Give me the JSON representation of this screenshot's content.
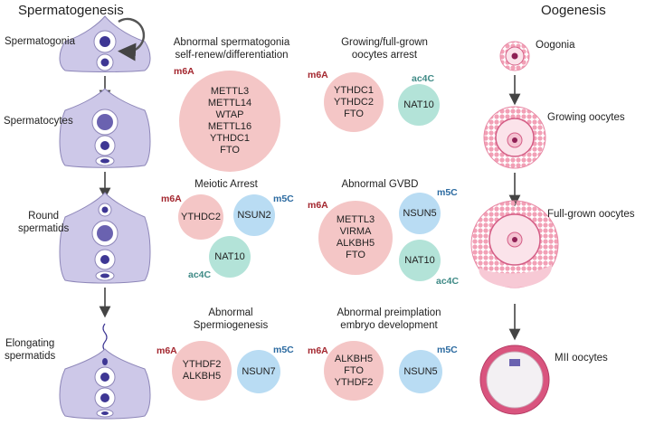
{
  "headers": {
    "left": "Spermatogenesis",
    "right": "Oogenesis"
  },
  "sperm_stages": [
    "Spermatogonia",
    "Spermatocytes",
    "Round\nspermatids",
    "Elongating\nspermatids"
  ],
  "oo_stages": [
    "Oogonia",
    "Growing oocytes",
    "Full-grown oocytes",
    "MII oocytes"
  ],
  "tags": {
    "m6a": "m6A",
    "m5c": "m5C",
    "ac4c": "ac4C"
  },
  "panels": {
    "p1": {
      "title": "Abnormal spermatogonia\nself-renew/differentiation",
      "m6a_list": "METTL3\nMETTL14\nWTAP\nMETTL16\nYTHDC1\nFTO"
    },
    "p2": {
      "title": "Growing/full-grown\noocytes arrest",
      "m6a_list": "YTHDC1\nYTHDC2\nFTO",
      "ac4c_list": "NAT10"
    },
    "p3": {
      "title": "Meiotic Arrest",
      "m6a_list": "YTHDC2",
      "m5c_list": "NSUN2",
      "ac4c_list": "NAT10"
    },
    "p4": {
      "title": "Abnormal GVBD",
      "m6a_list": "METTL3\nVIRMA\nALKBH5\nFTO",
      "m5c_list": "NSUN5",
      "ac4c_list": "NAT10"
    },
    "p5": {
      "title": "Abnormal\nSpermiogenesis",
      "m6a_list": "YTHDF2\nALKBH5",
      "m5c_list": "NSUN7"
    },
    "p6": {
      "title": "Abnormal preimplation\nembryo development",
      "m6a_list": "ALKBH5\nFTO\nYTHDF2",
      "m5c_list": "NSUN5"
    }
  },
  "colors": {
    "m6a_circle": "#f4c6c6",
    "m5c_circle": "#b9dcf3",
    "ac4c_circle": "#b3e3d8",
    "cell": "#cdc8e8",
    "oocyte": "#f2a0b6"
  }
}
